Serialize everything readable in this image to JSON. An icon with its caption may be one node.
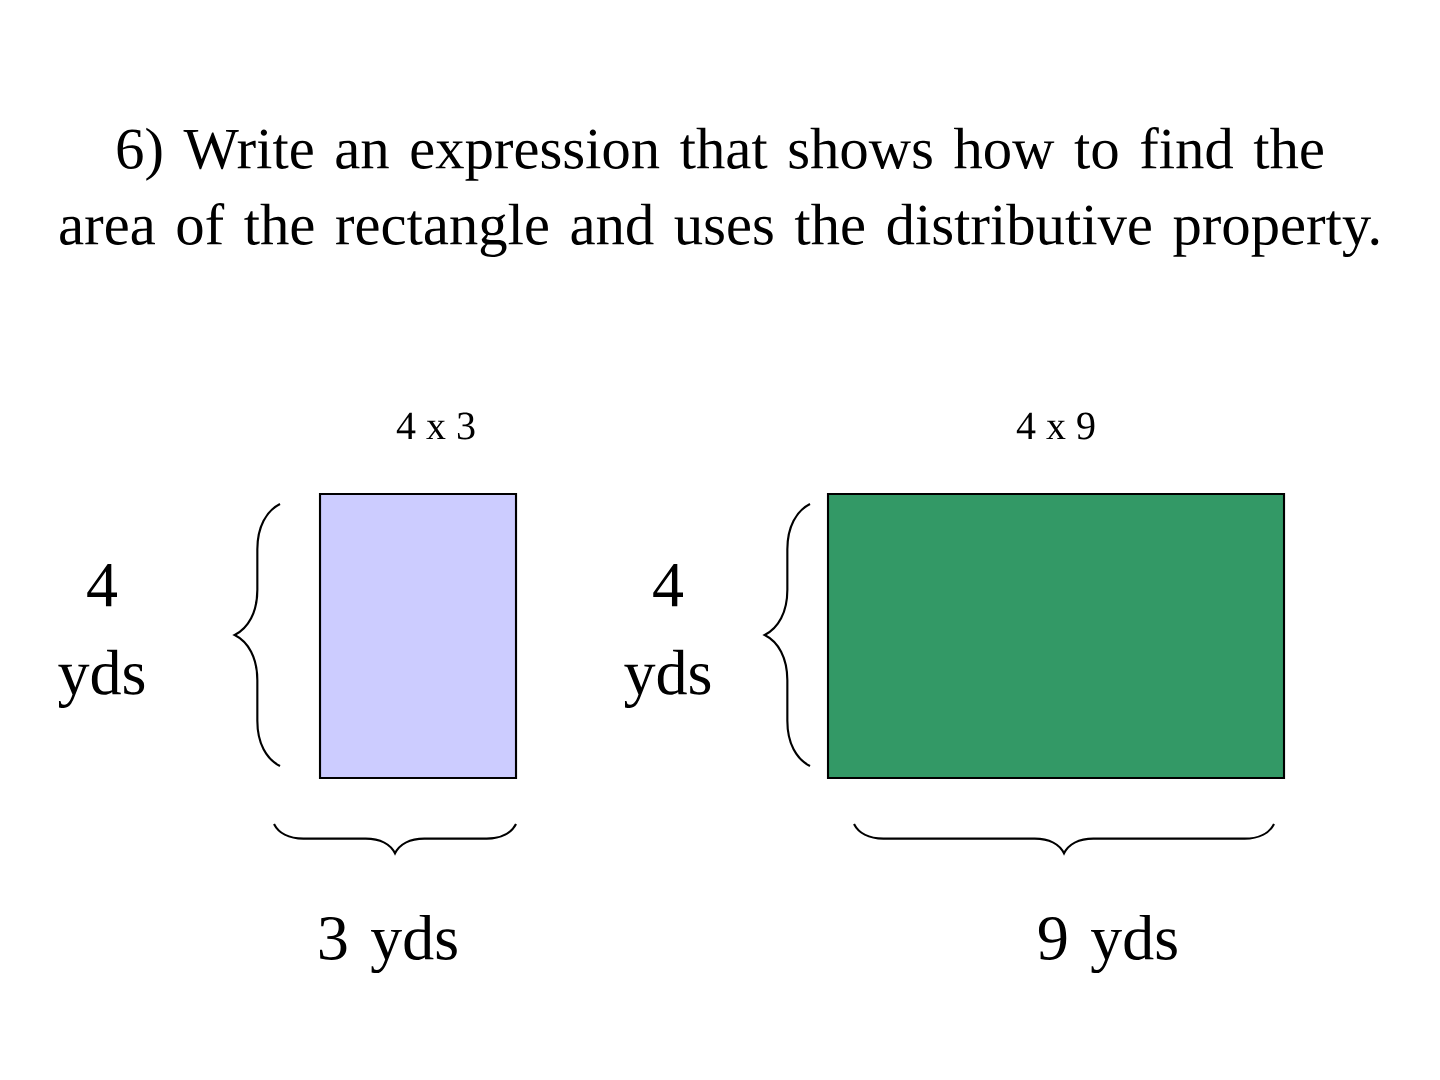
{
  "diagram": {
    "title": "6) Write an expression that shows how to find the area of the rectangle and uses the distributive property.",
    "nodes": [
      {
        "text": [],
        "shape": "box",
        "beside": [
          "4 x 3"
        ]
      },
      {
        "text": [],
        "shape": "box",
        "beside": [
          "4 x 9"
        ]
      }
    ],
    "labels": [
      "4 yds",
      "4 yds",
      "3 yds",
      "9 yds"
    ]
  }
}
